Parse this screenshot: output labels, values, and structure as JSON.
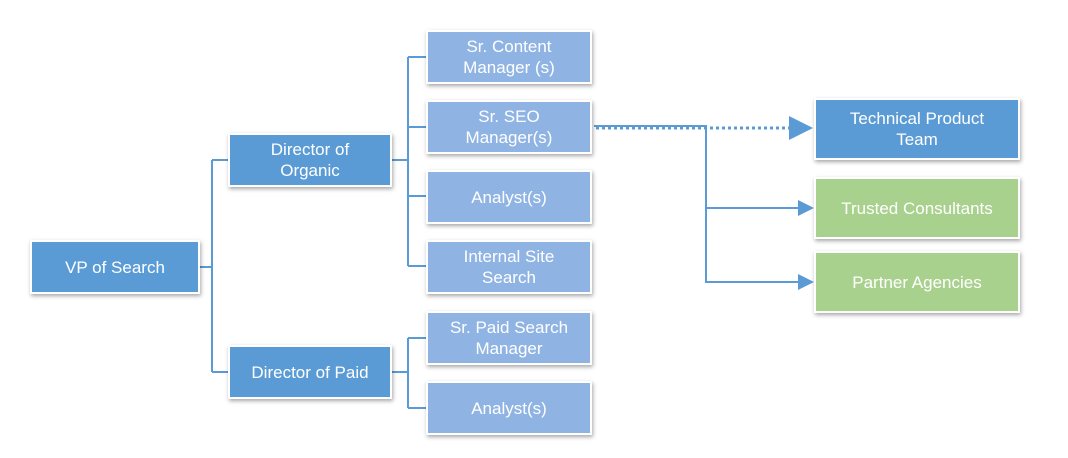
{
  "colors": {
    "dark_blue": "#5b9bd5",
    "light_blue": "#8fb4e3",
    "green": "#a9d18e",
    "connector": "#5b9bd5"
  },
  "nodes": {
    "vp": "VP of Search",
    "dir_organic": "Director of\nOrganic",
    "dir_paid": "Director of Paid",
    "content_mgr": "Sr. Content\nManager (s)",
    "seo_mgr": "Sr. SEO\nManager(s)",
    "analyst_organic": "Analyst(s)",
    "internal_search": "Internal Site\nSearch",
    "paid_mgr": "Sr. Paid Search\nManager",
    "analyst_paid": "Analyst(s)",
    "tech_team": "Technical Product\nTeam",
    "consultants": "Trusted Consultants",
    "agencies": "Partner Agencies"
  }
}
